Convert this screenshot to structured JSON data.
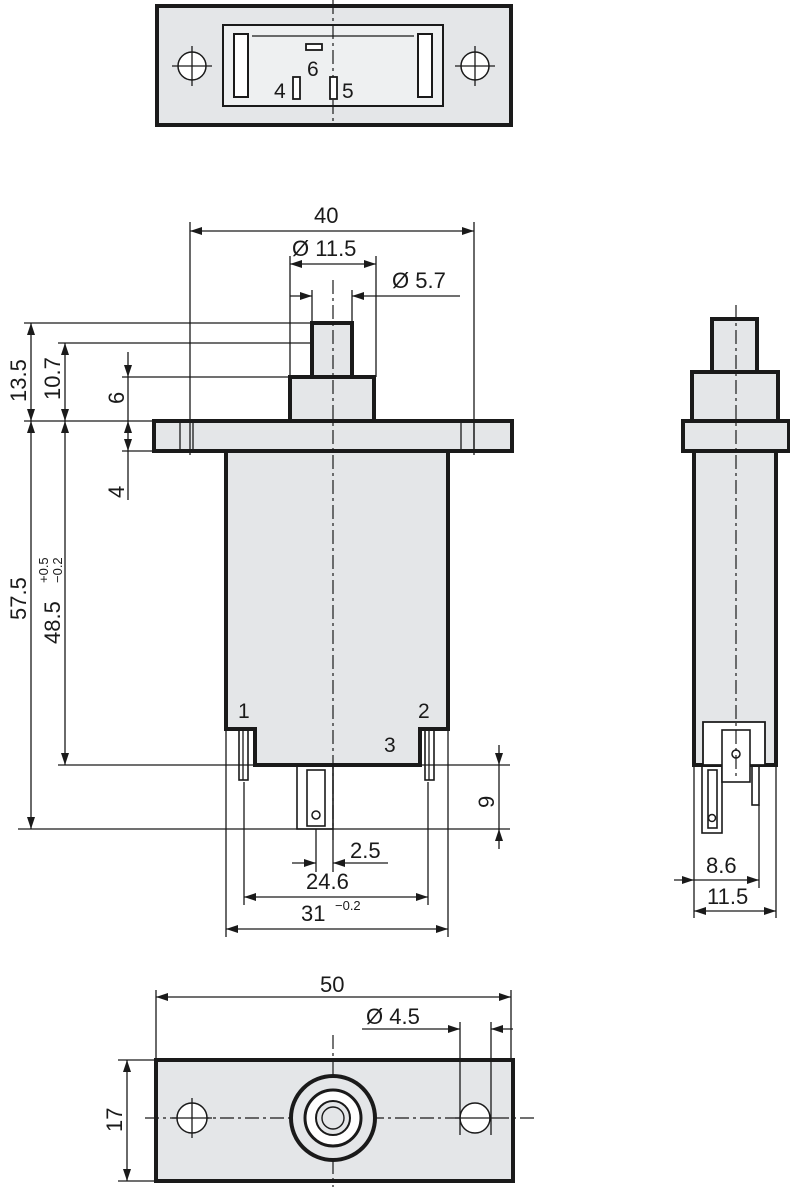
{
  "drawing": {
    "top_view": {
      "terminals": [
        "6",
        "4",
        "5"
      ]
    },
    "front_view": {
      "dims": {
        "overall_width": "40",
        "cap_diameter": "Ø 11.5",
        "button_diameter": "Ø 5.7",
        "button_height_total": "13.5",
        "button_height": "10.7",
        "collar_height": "6",
        "flange_thickness": "4",
        "body_length_total": "57.5",
        "body_length": "48.5",
        "body_length_tol_plus": "+0.5",
        "body_length_tol_minus": "−0.2",
        "terminal_length": "9",
        "terminal_offset": "2.5",
        "terminal_spacing": "24.6",
        "body_width": "31",
        "body_width_tol": "−0.2"
      },
      "terminals": [
        "1",
        "2",
        "3"
      ]
    },
    "side_view": {
      "dims": {
        "terminal_offset": "8.6",
        "cap_width": "11.5"
      }
    },
    "bottom_view": {
      "dims": {
        "flange_length": "50",
        "hole_diameter": "Ø 4.5",
        "flange_height": "17"
      }
    }
  }
}
